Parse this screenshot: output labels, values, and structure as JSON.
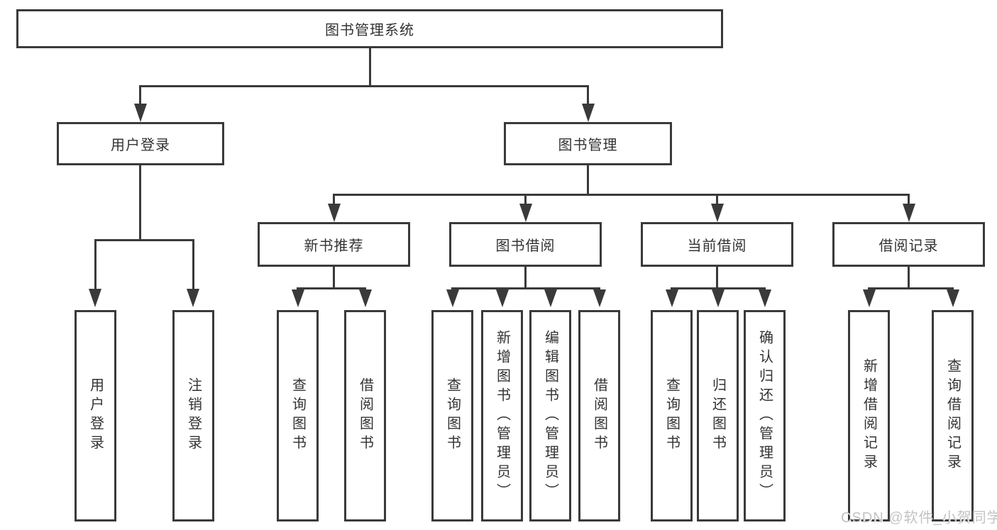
{
  "colors": {
    "line": "#3a3a3a",
    "text": "#333333",
    "background": "#ffffff",
    "watermark": "#c3c3c3"
  },
  "diagram": {
    "root": {
      "label": "图书管理系统"
    },
    "branches": [
      {
        "label": "用户登录",
        "leaves": [
          {
            "label": "用户登录"
          },
          {
            "label": "注销登录"
          }
        ]
      },
      {
        "label": "图书管理",
        "groups": [
          {
            "label": "新书推荐",
            "leaves": [
              {
                "label": "查询图书"
              },
              {
                "label": "借阅图书"
              }
            ]
          },
          {
            "label": "图书借阅",
            "leaves": [
              {
                "label": "查询图书"
              },
              {
                "label": "新增图书（管理员）"
              },
              {
                "label": "编辑图书（管理员）"
              },
              {
                "label": "借阅图书"
              }
            ]
          },
          {
            "label": "当前借阅",
            "leaves": [
              {
                "label": "查询图书"
              },
              {
                "label": "归还图书"
              },
              {
                "label": "确认归还（管理员）"
              }
            ]
          },
          {
            "label": "借阅记录",
            "leaves": [
              {
                "label": "新增借阅记录"
              },
              {
                "label": "查询借阅记录"
              }
            ]
          }
        ]
      }
    ]
  },
  "watermark": {
    "text": "CSDN @软件_小贺同学"
  }
}
